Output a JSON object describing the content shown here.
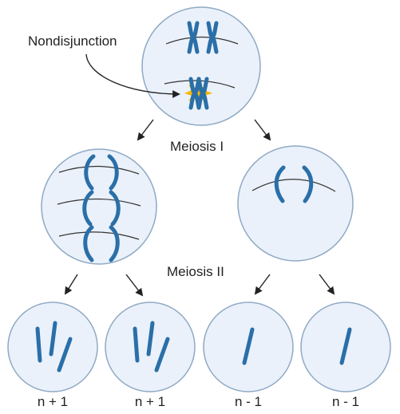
{
  "labels": {
    "nondisjunction": "Nondisjunction",
    "meiosis_1": "Meiosis I",
    "meiosis_2": "Meiosis II"
  },
  "gametes": [
    {
      "ploidy": "n + 1"
    },
    {
      "ploidy": "n + 1"
    },
    {
      "ploidy": "n - 1"
    },
    {
      "ploidy": "n - 1"
    }
  ],
  "colors": {
    "cell_fill": "#eaf1fa",
    "cell_stroke": "#8fa9c5",
    "chromosome": "#2a6fa8",
    "spindle": "#333333",
    "highlight": "#f5b800"
  }
}
